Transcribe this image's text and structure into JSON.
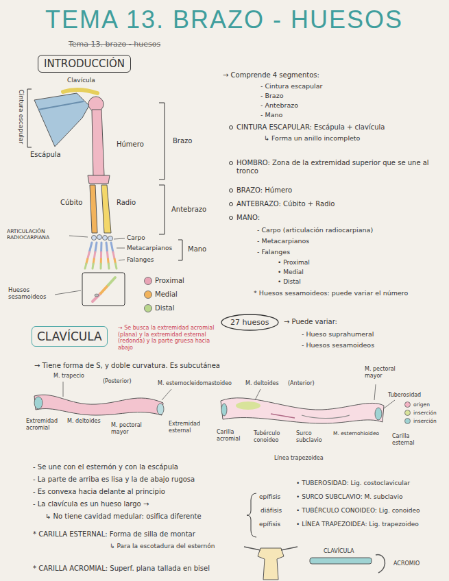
{
  "diagram": {
    "title": "TEMA 13. BRAZO - HUESOS",
    "nodes": [
      {
        "text": [
          "INTRODUCCIÓN"
        ]
      },
      {
        "text": [
          "27 huesos"
        ]
      },
      {
        "text": [
          "CLAVÍCULA"
        ]
      }
    ],
    "labels": [
      "Tema 13. brazo - huesos",
      "Clavícula",
      "Cintura escapular",
      "Escápula",
      "Húmero",
      "Brazo",
      "Cúbito",
      "Radio",
      "Antebrazo",
      "ARTICULACIÓN RADIOCARPIANA",
      "Carpo",
      "Metacarpianos",
      "Falanges",
      "Mano",
      "Huesos sesamoideos",
      "→ Comprende 4 segmentos:",
      "- Cintura escapular",
      "- Brazo",
      "- Antebrazo",
      "- Mano",
      "CINTURA ESCAPULAR: Escápula + clavícula",
      "↳ Forma un anillo incompleto",
      "HOMBRO: Zona de la extremidad superior que se une al tronco",
      "BRAZO: Húmero",
      "ANTEBRAZO: Cúbito + Radio",
      "MANO:",
      "- Carpo (articulación radiocarpiana)",
      "- Metacarpianos",
      "- Falanges",
      "• Proximal",
      "• Medial",
      "• Distal",
      "* Huesos sesamoideos: puede variar el número",
      "→ Puede variar:",
      "- Hueso suprahumeral",
      "- Huesos sesamoideos",
      "→ Se busca la extremidad acromial (plana) y la extremidad esternal (redonda) y la parte gruesa hacia abajo",
      "→ Tiene forma de S, y doble curvatura. Es subcutánea",
      "M. trapecio",
      "(Posterior)",
      "M. esternocleidomastoideo",
      "M. deltoides",
      "Extremidad acromial",
      "M. pectoral mayor",
      "Extremidad esternal",
      "M. deltoides",
      "(Anterior)",
      "M. pectoral mayor",
      "Tuberosidad",
      "Carilla acromial",
      "Tubérculo conoideo",
      "Surco subclavio",
      "M. esternohioideo",
      "Carilla esternal",
      "Línea trapezoidea",
      "- Se une con el esternón y con la escápula",
      "- La parte de arriba es lisa y la de abajo rugosa",
      "- Es convexa hacia delante al principio",
      "- La clavícula es un hueso largo →",
      "epífisis",
      "diáfisis",
      "epífisis",
      "↳ No tiene cavidad medular: osifica diferente",
      "* CARILLA ESTERNAL: Forma de silla de montar",
      "↳ Para la escotadura del esternón",
      "* CARILLA ACROMIAL: Superf. plana tallada en bisel",
      "• TUBEROSIDAD: Lig. costoclavicular",
      "• SURCO SUBCLAVIO: M. subclavio",
      "• TUBÉRCULO CONOIDEO: Lig. conoideo",
      "• LÍNEA TRAPEZOIDEA: Lig. trapezoideo",
      "CLAVÍCULA",
      "ACROMIO"
    ],
    "legend": [
      {
        "text": "Proximal",
        "color": "#e9a3b5"
      },
      {
        "text": "Medial",
        "color": "#f2b35c"
      },
      {
        "text": "Distal",
        "color": "#b9d68c"
      },
      {
        "text": "origen",
        "color": "#f3b3c3"
      },
      {
        "text": "inserción",
        "color": "#d8e39a"
      },
      {
        "text": "inserción",
        "color": "#9fd3d3"
      }
    ]
  }
}
